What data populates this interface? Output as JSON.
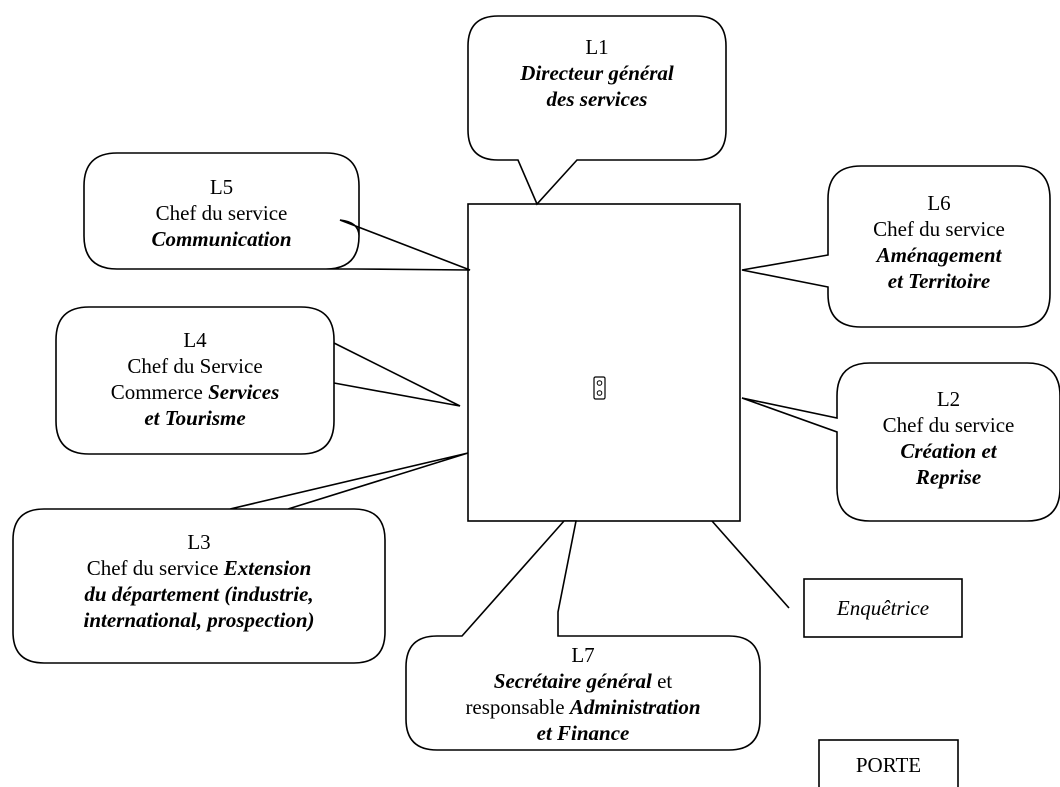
{
  "participants": {
    "l1": {
      "code": "L1",
      "role": "Directeur général",
      "role_2": "des services"
    },
    "l5": {
      "code": "L5",
      "title": "Chef du service",
      "dept": "Communication"
    },
    "l6": {
      "code": "L6",
      "title": "Chef du service",
      "dept": "Aménagement",
      "dept_2": "et Territoire"
    },
    "l4": {
      "code": "L4",
      "title": "Chef du Service",
      "title_2": "Commerce",
      "dept": "Services",
      "dept_2": "et Tourisme"
    },
    "l2": {
      "code": "L2",
      "title": "Chef du service",
      "dept": "Création et",
      "dept_2": "Reprise"
    },
    "l3": {
      "code": "L3",
      "title": "Chef du service",
      "dept": "Extension",
      "dept_2": "du département (industrie,",
      "dept_3": "international, prospection)"
    },
    "l7": {
      "code": "L7",
      "role": "Secrétaire général",
      "role_conj": "et",
      "title_2": "responsable",
      "dept": "Administration",
      "dept_2": "et Finance"
    }
  },
  "interviewer": "Enquêtrice",
  "door": "PORTE",
  "colors": {
    "stroke": "#000000",
    "fill": "#ffffff"
  }
}
